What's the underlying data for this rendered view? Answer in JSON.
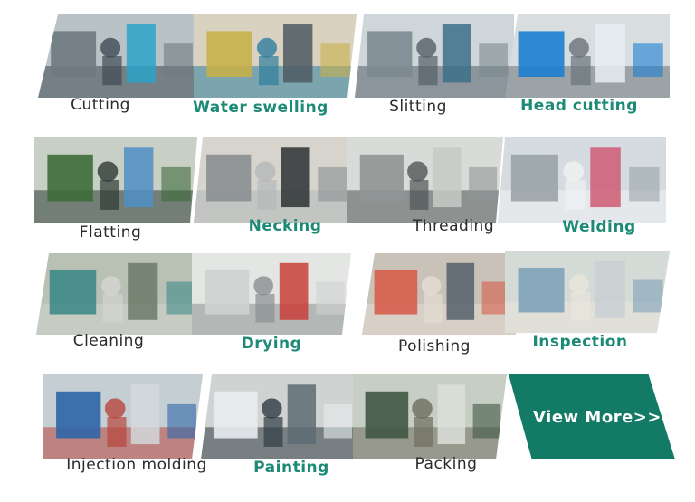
{
  "processes": [
    {
      "name": "Cutting",
      "color": "dark"
    },
    {
      "name": "Water swelling",
      "color": "green"
    },
    {
      "name": "Slitting",
      "color": "dark"
    },
    {
      "name": "Head cutting",
      "color": "green"
    },
    {
      "name": "Flatting",
      "color": "dark"
    },
    {
      "name": "Necking",
      "color": "green"
    },
    {
      "name": "Threading",
      "color": "dark"
    },
    {
      "name": "Welding",
      "color": "green"
    },
    {
      "name": "Cleaning",
      "color": "dark"
    },
    {
      "name": "Drying",
      "color": "green"
    },
    {
      "name": "Polishing",
      "color": "dark"
    },
    {
      "name": "Inspection",
      "color": "green"
    },
    {
      "name": "Injection molding",
      "color": "dark"
    },
    {
      "name": "Painting",
      "color": "green"
    },
    {
      "name": "Packing",
      "color": "dark"
    }
  ],
  "view_more": {
    "label": "View More>>"
  },
  "colors": {
    "label_dark": "#2a2a2a",
    "label_green": "#1d8a76",
    "button_bg": "#137a66",
    "button_text": "#ffffff"
  }
}
